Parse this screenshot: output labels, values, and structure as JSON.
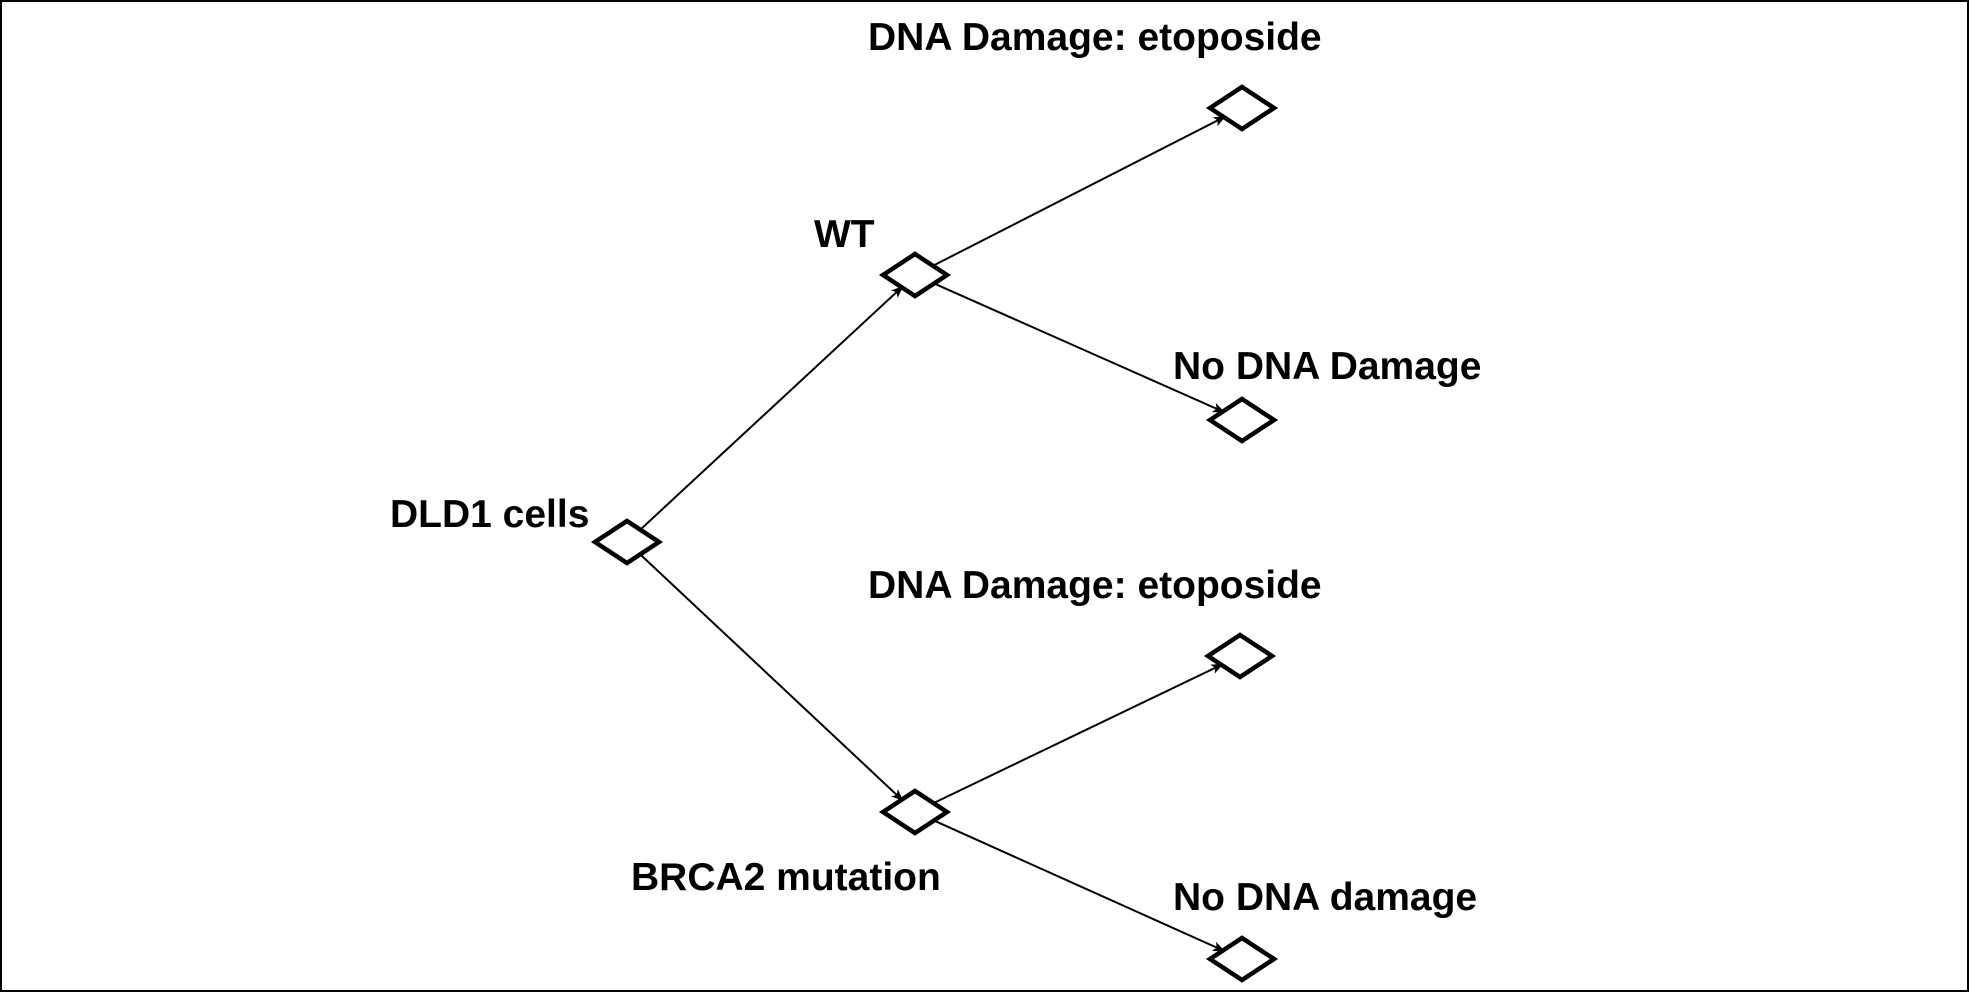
{
  "diagram": {
    "type": "tree",
    "border_color": "#000000",
    "line_color": "#000000",
    "nodes": [
      {
        "id": "root",
        "label": "DLD1 cells"
      },
      {
        "id": "wt",
        "label": "WT"
      },
      {
        "id": "brca2",
        "label": "BRCA2 mutation"
      },
      {
        "id": "wt-etoposide",
        "label": "DNA Damage: etoposide"
      },
      {
        "id": "wt-no-damage",
        "label": "No DNA Damage"
      },
      {
        "id": "brca2-etoposide",
        "label": "DNA Damage: etoposide"
      },
      {
        "id": "brca2-no-damage",
        "label": "No DNA damage"
      }
    ],
    "edges": [
      {
        "from": "root",
        "to": "wt"
      },
      {
        "from": "root",
        "to": "brca2"
      },
      {
        "from": "wt",
        "to": "wt-etoposide"
      },
      {
        "from": "wt",
        "to": "wt-no-damage"
      },
      {
        "from": "brca2",
        "to": "brca2-etoposide"
      },
      {
        "from": "brca2",
        "to": "brca2-no-damage"
      }
    ]
  }
}
